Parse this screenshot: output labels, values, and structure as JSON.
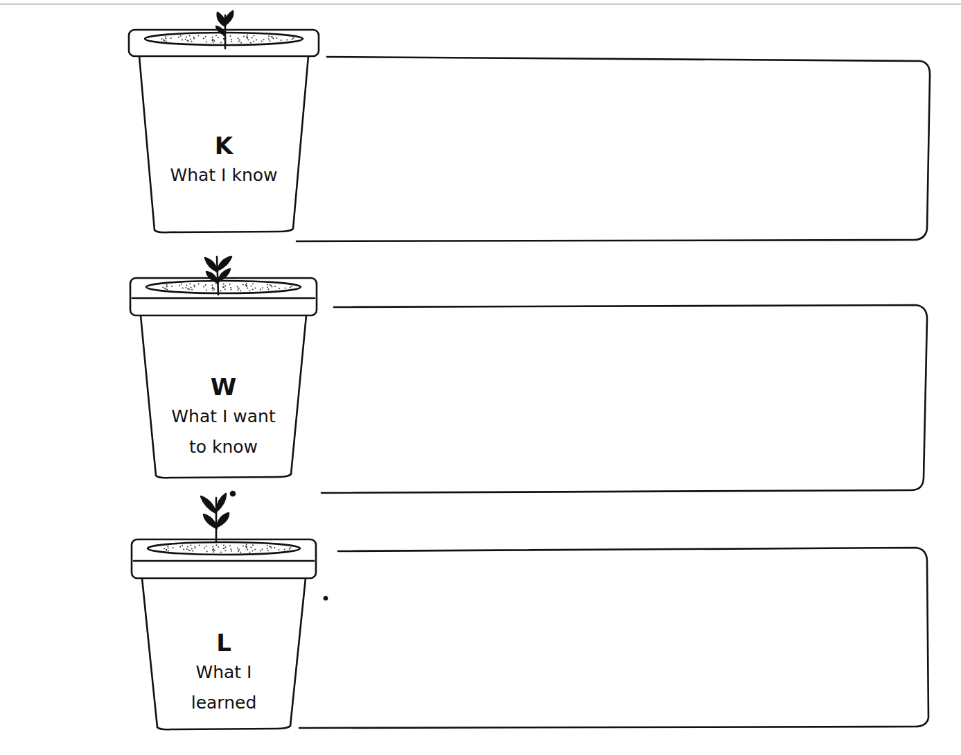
{
  "diagram": {
    "nodes": [
      {
        "text": [
          "K",
          "What I know"
        ]
      },
      {
        "text": [
          "W",
          "What I want to know"
        ]
      },
      {
        "text": [
          "L",
          "What I learned"
        ]
      }
    ]
  }
}
